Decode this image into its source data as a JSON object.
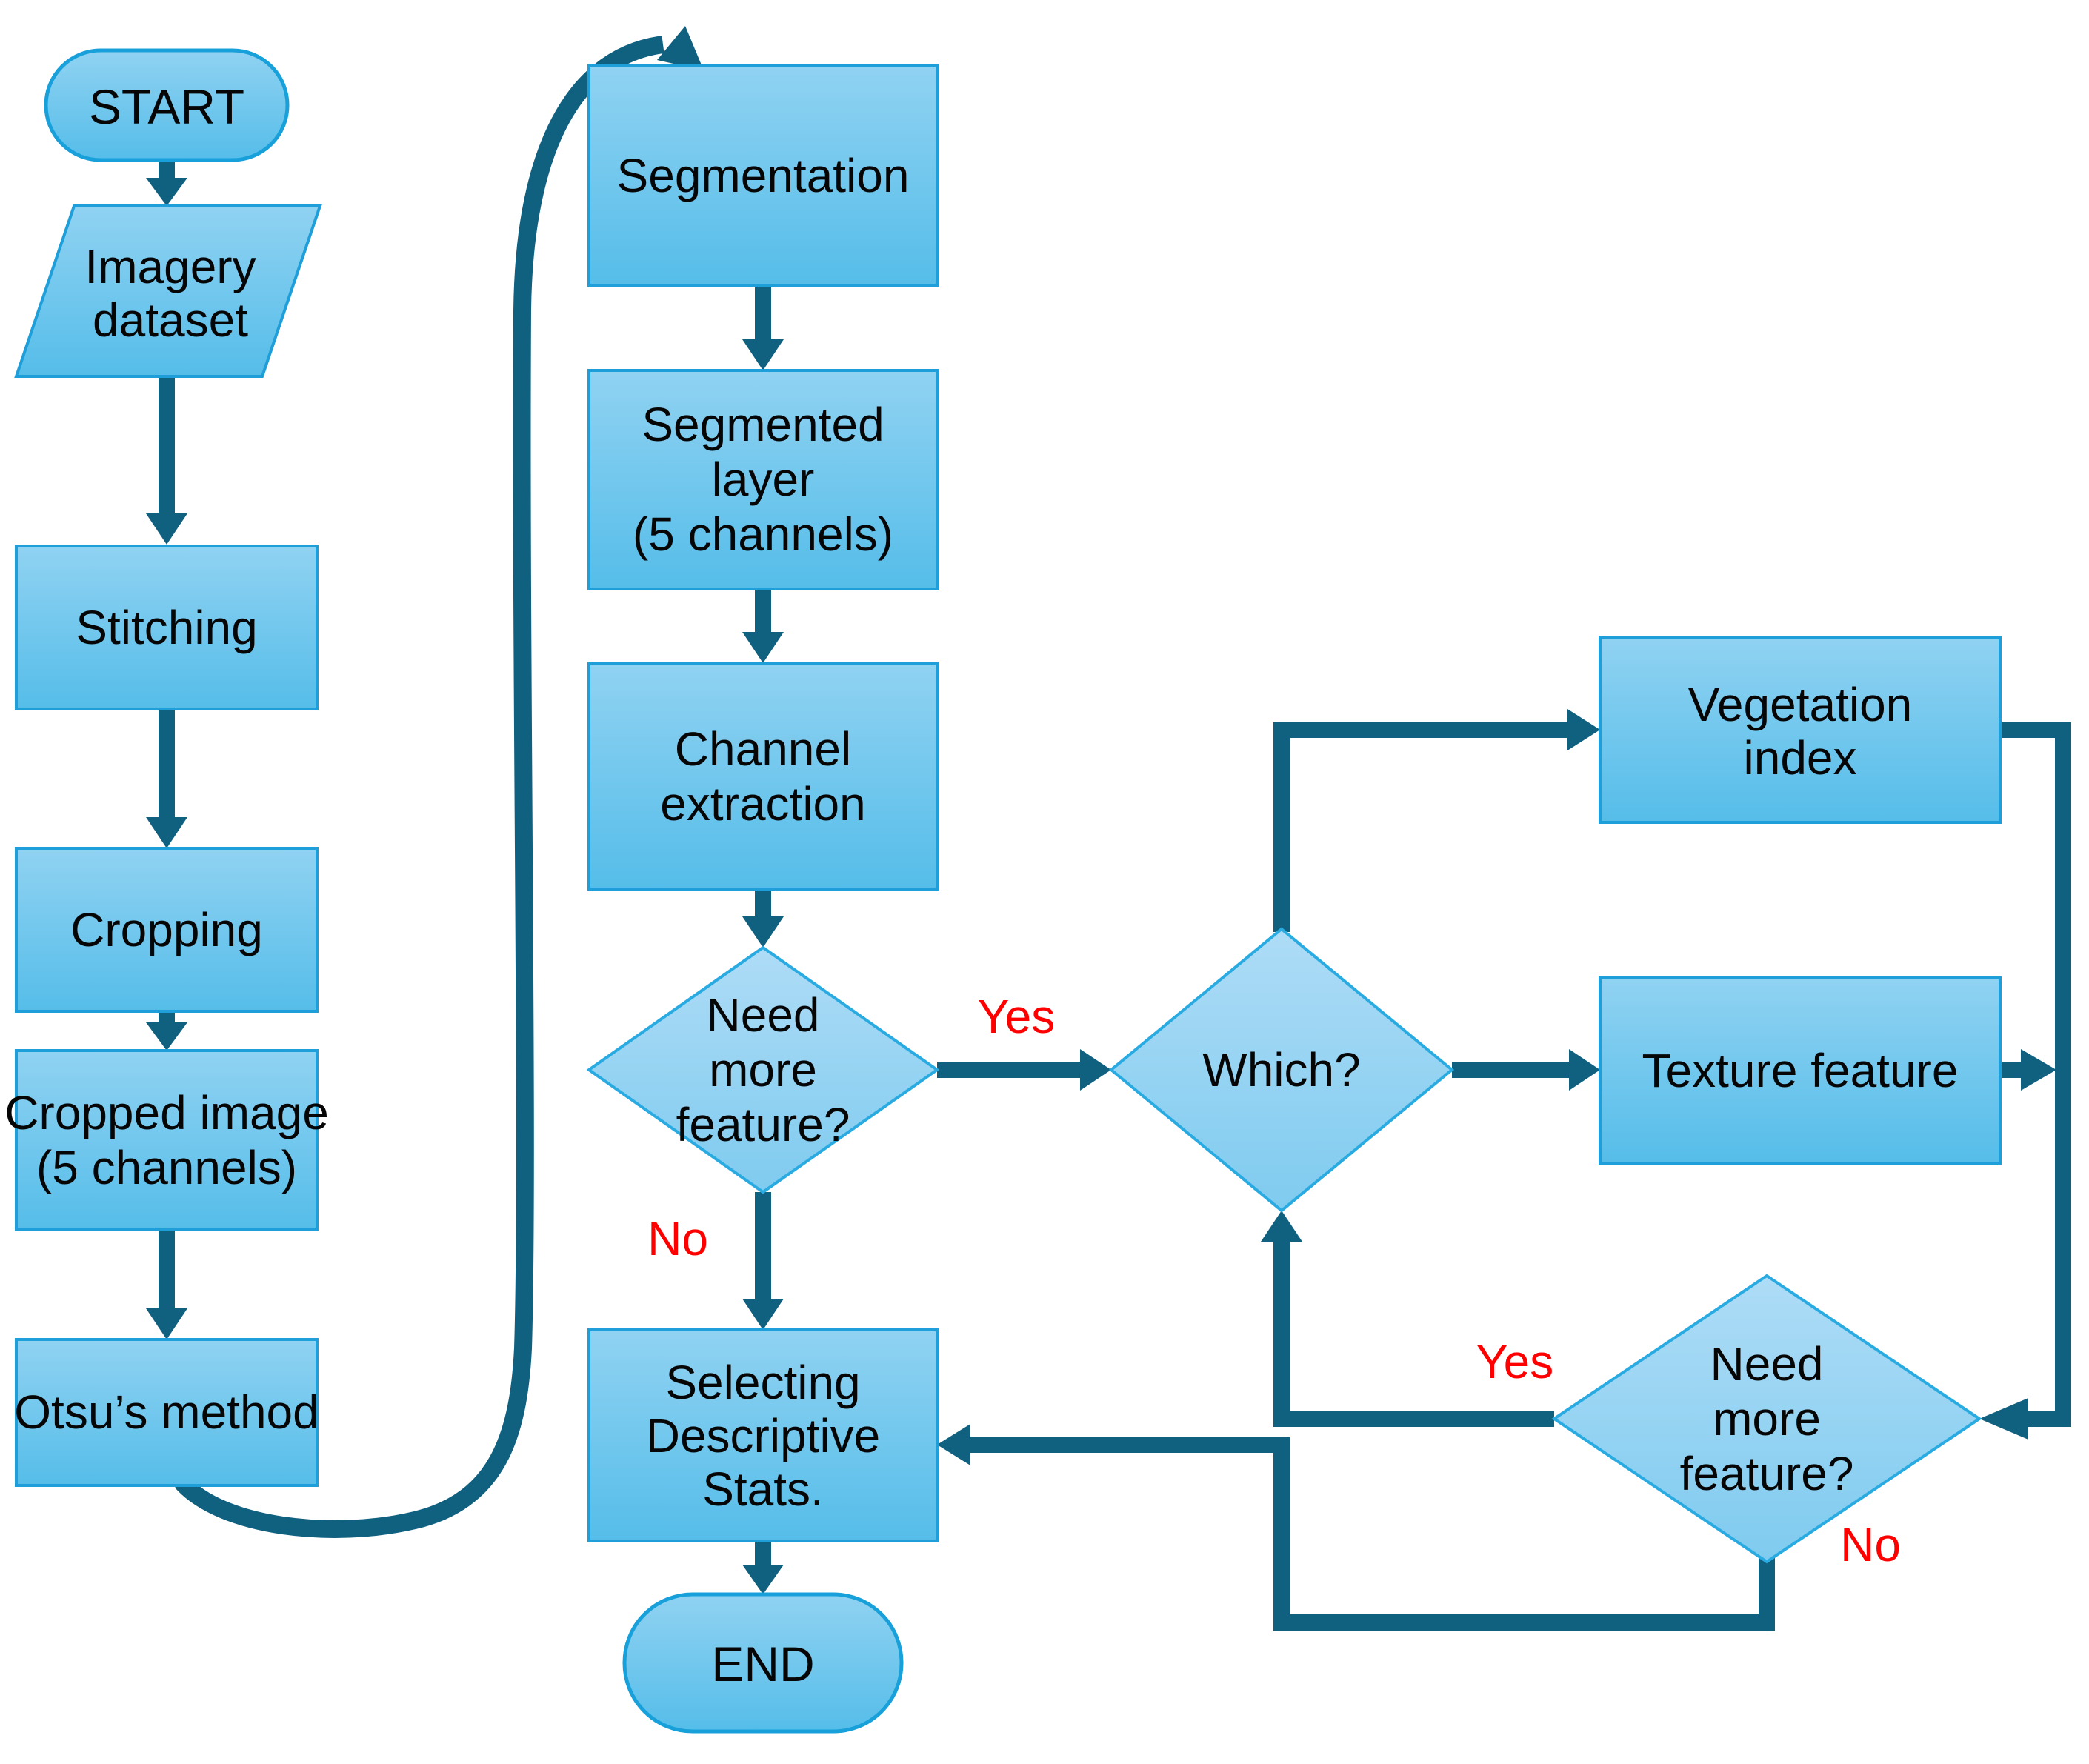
{
  "figure": {
    "title": "Image processing workflow flowchart",
    "background": "#ffffff",
    "colors": {
      "process_fill_top": "#90d2f2",
      "process_fill_bottom": "#55bde9",
      "decision_fill_top": "#aedcf6",
      "decision_fill_bottom": "#7fcbef",
      "shape_border": "#1f9fd9",
      "connector": "#10607f",
      "branch_label": "#ff0000",
      "text": "#060606"
    }
  },
  "nodes": {
    "start": {
      "type": "terminator",
      "label": "START"
    },
    "imagery": {
      "type": "input-output",
      "lines": [
        "Imagery",
        "dataset"
      ]
    },
    "stitching": {
      "type": "process",
      "lines": [
        "Stitching"
      ]
    },
    "cropping": {
      "type": "process",
      "lines": [
        "Cropping"
      ]
    },
    "cropped_image": {
      "type": "process",
      "lines": [
        "Cropped image",
        "(5 channels)"
      ]
    },
    "otsu": {
      "type": "process",
      "lines": [
        "Otsu’s method"
      ]
    },
    "segmentation": {
      "type": "process",
      "lines": [
        "Segmentation"
      ]
    },
    "segmented_layer": {
      "type": "process",
      "lines": [
        "Segmented",
        "layer",
        "(5 channels)"
      ]
    },
    "channel_extraction": {
      "type": "process",
      "lines": [
        "Channel",
        "extraction"
      ]
    },
    "need_more_feature_1": {
      "type": "decision",
      "lines": [
        "Need",
        "more",
        "feature?"
      ]
    },
    "selecting_stats": {
      "type": "process",
      "lines": [
        "Selecting",
        "Descriptive",
        "Stats."
      ]
    },
    "end": {
      "type": "terminator",
      "label": "END"
    },
    "which": {
      "type": "decision",
      "lines": [
        "Which?"
      ]
    },
    "vegetation_index": {
      "type": "process",
      "lines": [
        "Vegetation",
        "index"
      ]
    },
    "texture_feature": {
      "type": "process",
      "lines": [
        "Texture feature"
      ]
    },
    "need_more_feature_2": {
      "type": "decision",
      "lines": [
        "Need",
        "more",
        "feature?"
      ]
    }
  },
  "edge_labels": {
    "yes_1": "Yes",
    "no_1": "No",
    "yes_2": "Yes",
    "no_2": "No"
  },
  "edges": [
    {
      "from": "start",
      "to": "imagery"
    },
    {
      "from": "imagery",
      "to": "stitching"
    },
    {
      "from": "stitching",
      "to": "cropping"
    },
    {
      "from": "cropping",
      "to": "cropped_image"
    },
    {
      "from": "cropped_image",
      "to": "otsu"
    },
    {
      "from": "otsu",
      "to": "segmentation",
      "style": "curved-loop"
    },
    {
      "from": "segmentation",
      "to": "segmented_layer"
    },
    {
      "from": "segmented_layer",
      "to": "channel_extraction"
    },
    {
      "from": "channel_extraction",
      "to": "need_more_feature_1"
    },
    {
      "from": "need_more_feature_1",
      "to": "which",
      "label": "Yes"
    },
    {
      "from": "need_more_feature_1",
      "to": "selecting_stats",
      "label": "No"
    },
    {
      "from": "selecting_stats",
      "to": "end"
    },
    {
      "from": "which",
      "to": "vegetation_index"
    },
    {
      "from": "which",
      "to": "texture_feature"
    },
    {
      "from": "vegetation_index",
      "to": "need_more_feature_2"
    },
    {
      "from": "texture_feature",
      "to": "need_more_feature_2"
    },
    {
      "from": "need_more_feature_2",
      "to": "which",
      "label": "Yes"
    },
    {
      "from": "need_more_feature_2",
      "to": "selecting_stats",
      "label": "No"
    }
  ]
}
